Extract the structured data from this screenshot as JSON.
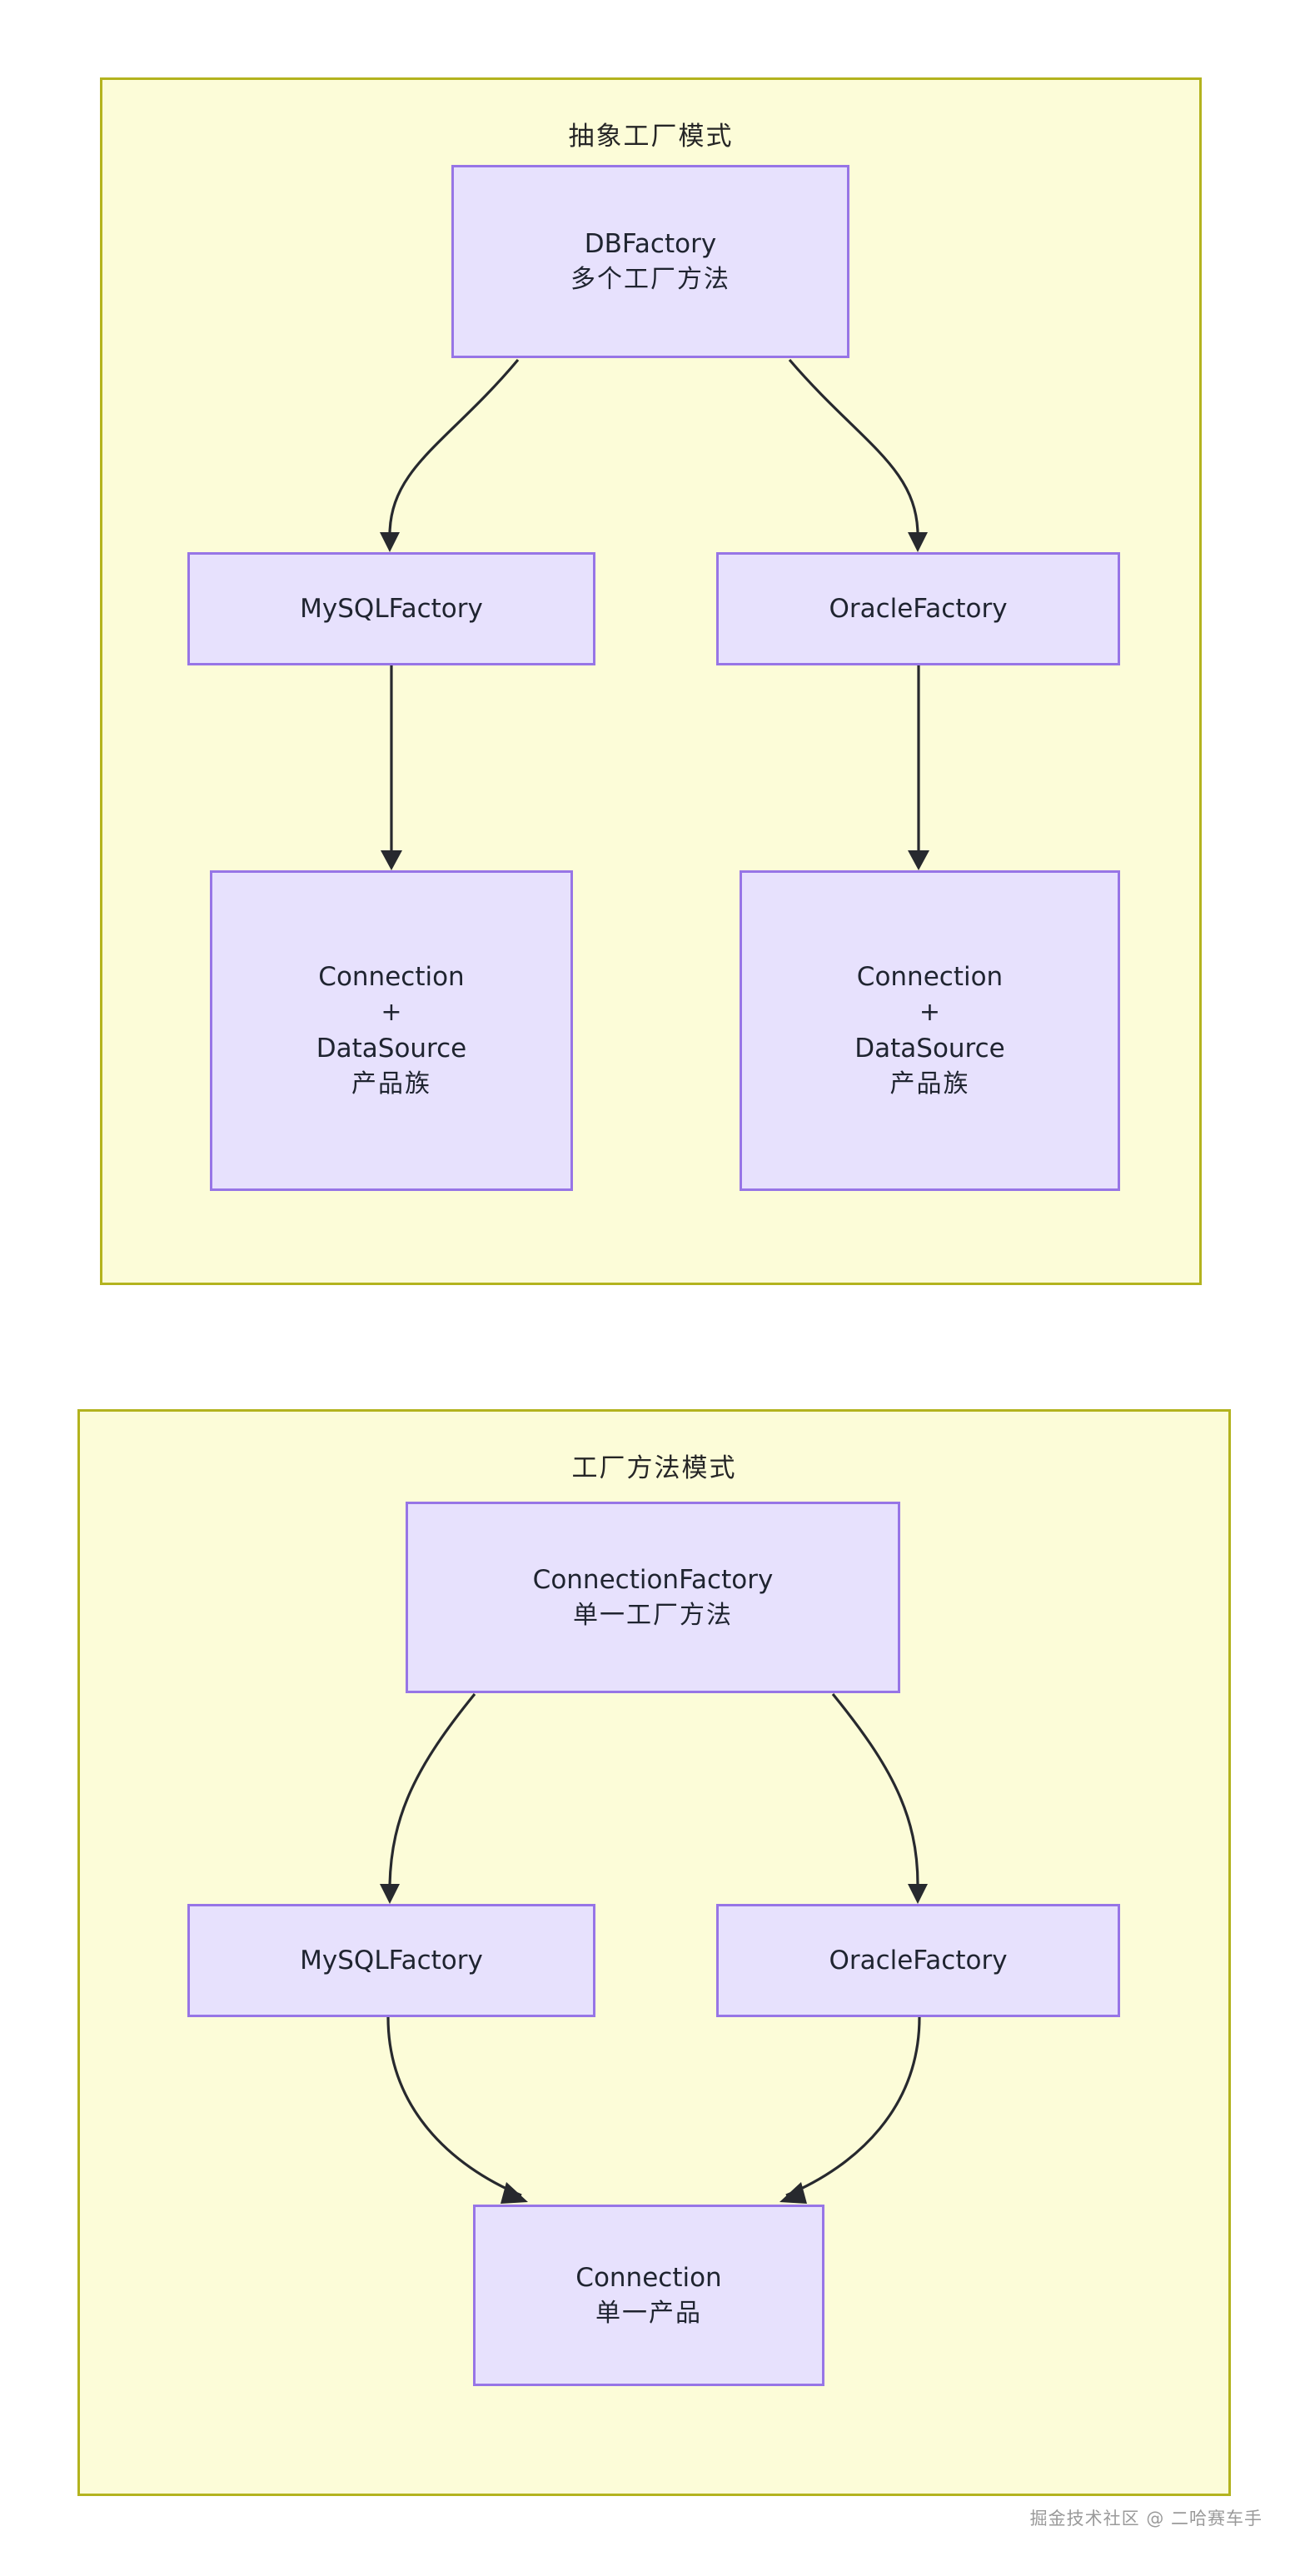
{
  "diagram": {
    "type": "flowchart",
    "background_color": "#ffffff",
    "panel_fill": "#fcfcd8",
    "panel_border": "#b3b31e",
    "node_fill": "#e7e1fd",
    "node_border": "#9775e6",
    "edge_color": "#27292e",
    "text_color": "#1f2430"
  },
  "panels": [
    {
      "id": "abstract-factory",
      "title": "抽象工厂模式",
      "nodes": [
        {
          "id": "dbfactory",
          "lines": [
            "DBFactory",
            "多个工厂方法"
          ]
        },
        {
          "id": "mysqlfactory",
          "lines": [
            "MySQLFactory"
          ]
        },
        {
          "id": "oraclefactory",
          "lines": [
            "OracleFactory"
          ]
        },
        {
          "id": "mysql-products",
          "lines": [
            "Connection",
            "+",
            "DataSource",
            "产品族"
          ]
        },
        {
          "id": "oracle-products",
          "lines": [
            "Connection",
            "+",
            "DataSource",
            "产品族"
          ]
        }
      ],
      "edges": [
        {
          "from": "dbfactory",
          "to": "mysqlfactory"
        },
        {
          "from": "dbfactory",
          "to": "oraclefactory"
        },
        {
          "from": "mysqlfactory",
          "to": "mysql-products"
        },
        {
          "from": "oraclefactory",
          "to": "oracle-products"
        }
      ]
    },
    {
      "id": "factory-method",
      "title": "工厂方法模式",
      "nodes": [
        {
          "id": "connectionfactory",
          "lines": [
            "ConnectionFactory",
            "单一工厂方法"
          ]
        },
        {
          "id": "mysqlfactory2",
          "lines": [
            "MySQLFactory"
          ]
        },
        {
          "id": "oraclefactory2",
          "lines": [
            "OracleFactory"
          ]
        },
        {
          "id": "connection",
          "lines": [
            "Connection",
            "单一产品"
          ]
        }
      ],
      "edges": [
        {
          "from": "connectionfactory",
          "to": "mysqlfactory2"
        },
        {
          "from": "connectionfactory",
          "to": "oraclefactory2"
        },
        {
          "from": "mysqlfactory2",
          "to": "connection"
        },
        {
          "from": "oraclefactory2",
          "to": "connection"
        }
      ]
    }
  ],
  "watermark": "掘金技术社区 @ 二哈赛车手"
}
